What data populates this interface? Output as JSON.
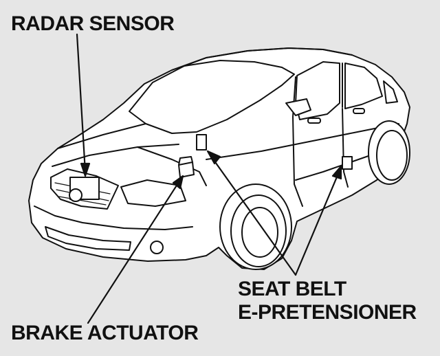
{
  "figure": {
    "background": "#e6e6e6",
    "line_color": "#111111",
    "labels": {
      "radar_sensor": "RADAR SENSOR",
      "brake_actuator": "BRAKE ACTUATOR",
      "seat_belt_line1": "SEAT BELT",
      "seat_belt_line2": "E-PRETENSIONER"
    }
  }
}
